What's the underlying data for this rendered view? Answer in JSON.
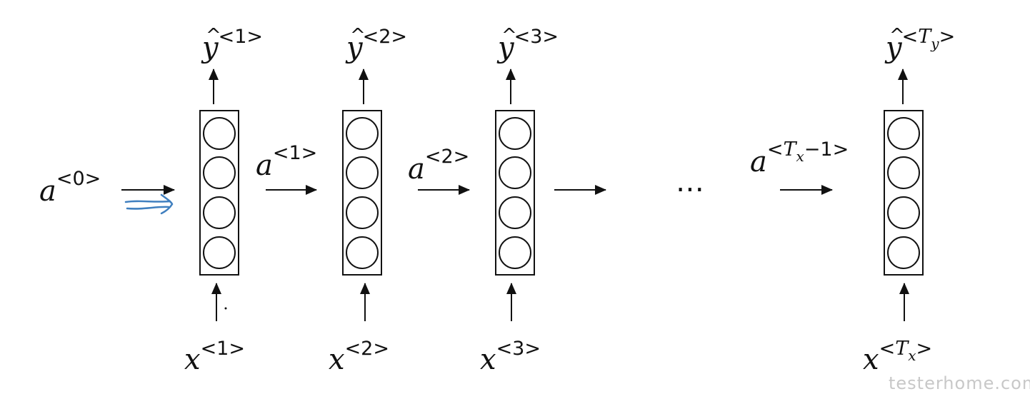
{
  "colors": {
    "ink": "#111111",
    "handwriting": "#3f7fbf",
    "watermark": "#c8c8c8"
  },
  "labels": {
    "a0": {
      "base": "a",
      "sup": "<0>"
    },
    "a1": {
      "base": "a",
      "sup": "<1>"
    },
    "a2": {
      "base": "a",
      "sup": "<2>"
    },
    "aTx": {
      "base": "a",
      "sup_open": "<",
      "sup_var": "T",
      "sup_sub": "x",
      "sup_close": "−1>"
    },
    "y1": {
      "base": "y",
      "hat": "^",
      "sup": "<1>"
    },
    "y2": {
      "base": "y",
      "hat": "^",
      "sup": "<2>"
    },
    "y3": {
      "base": "y",
      "hat": "^",
      "sup": "<3>"
    },
    "yTy": {
      "base": "y",
      "hat": "^",
      "sup_open": "<",
      "sup_var": "T",
      "sup_sub": "y",
      "sup_close": ">"
    },
    "x1": {
      "base": "x",
      "sup": "<1>"
    },
    "x2": {
      "base": "x",
      "sup": "<2>"
    },
    "x3": {
      "base": "x",
      "sup": "<3>"
    },
    "xTx": {
      "base": "x",
      "sup_open": "<",
      "sup_var": "T",
      "sup_sub": "x",
      "sup_close": ">"
    },
    "ellipsis": "⋯"
  },
  "watermark": "testerhome.com"
}
